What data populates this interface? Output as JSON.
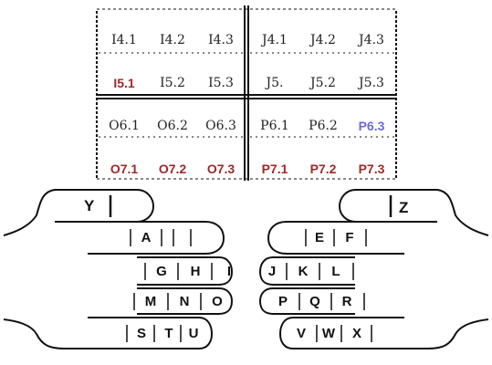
{
  "colors": {
    "highlight_red": "#9b2a2a",
    "highlight_blue": "#6a6ad8",
    "text": "#222222",
    "line": "#111111"
  },
  "grid": {
    "blocks": [
      {
        "name": "block-top-left",
        "rows": [
          [
            {
              "text": "I4.1"
            },
            {
              "text": "I4.2"
            },
            {
              "text": "I4.3"
            }
          ],
          [
            {
              "text": "I5.1",
              "style": "red"
            },
            {
              "text": "I5.2"
            },
            {
              "text": "I5.3"
            }
          ]
        ]
      },
      {
        "name": "block-top-right",
        "rows": [
          [
            {
              "text": "J4.1"
            },
            {
              "text": "J4.2"
            },
            {
              "text": "J4.3"
            }
          ],
          [
            {
              "text": "J5."
            },
            {
              "text": "J5.2"
            },
            {
              "text": "J5.3"
            }
          ]
        ]
      },
      {
        "name": "block-bottom-left",
        "rows": [
          [
            {
              "text": "O6.1"
            },
            {
              "text": "O6.2"
            },
            {
              "text": "O6.3"
            }
          ],
          [
            {
              "text": "O7.1",
              "style": "red"
            },
            {
              "text": "O7.2",
              "style": "red"
            },
            {
              "text": "O7.3",
              "style": "red"
            }
          ]
        ]
      },
      {
        "name": "block-bottom-right",
        "rows": [
          [
            {
              "text": "P6.1"
            },
            {
              "text": "P6.2"
            },
            {
              "text": "P6.3",
              "style": "blue"
            }
          ],
          [
            {
              "text": "P7.1",
              "style": "red"
            },
            {
              "text": "P7.2",
              "style": "red"
            },
            {
              "text": "P7.3",
              "style": "red"
            }
          ]
        ]
      }
    ]
  },
  "left_hand": {
    "thumb": "Y",
    "fingers": [
      [
        "A"
      ],
      [
        "G",
        "H",
        "I"
      ],
      [
        "M",
        "N",
        "O"
      ],
      [
        "S",
        "T",
        "U"
      ]
    ]
  },
  "right_hand": {
    "thumb": "Z",
    "fingers": [
      [
        "E",
        "F"
      ],
      [
        "J",
        "K",
        "L"
      ],
      [
        "P",
        "Q",
        "R"
      ],
      [
        "V",
        "W",
        "X"
      ]
    ]
  }
}
